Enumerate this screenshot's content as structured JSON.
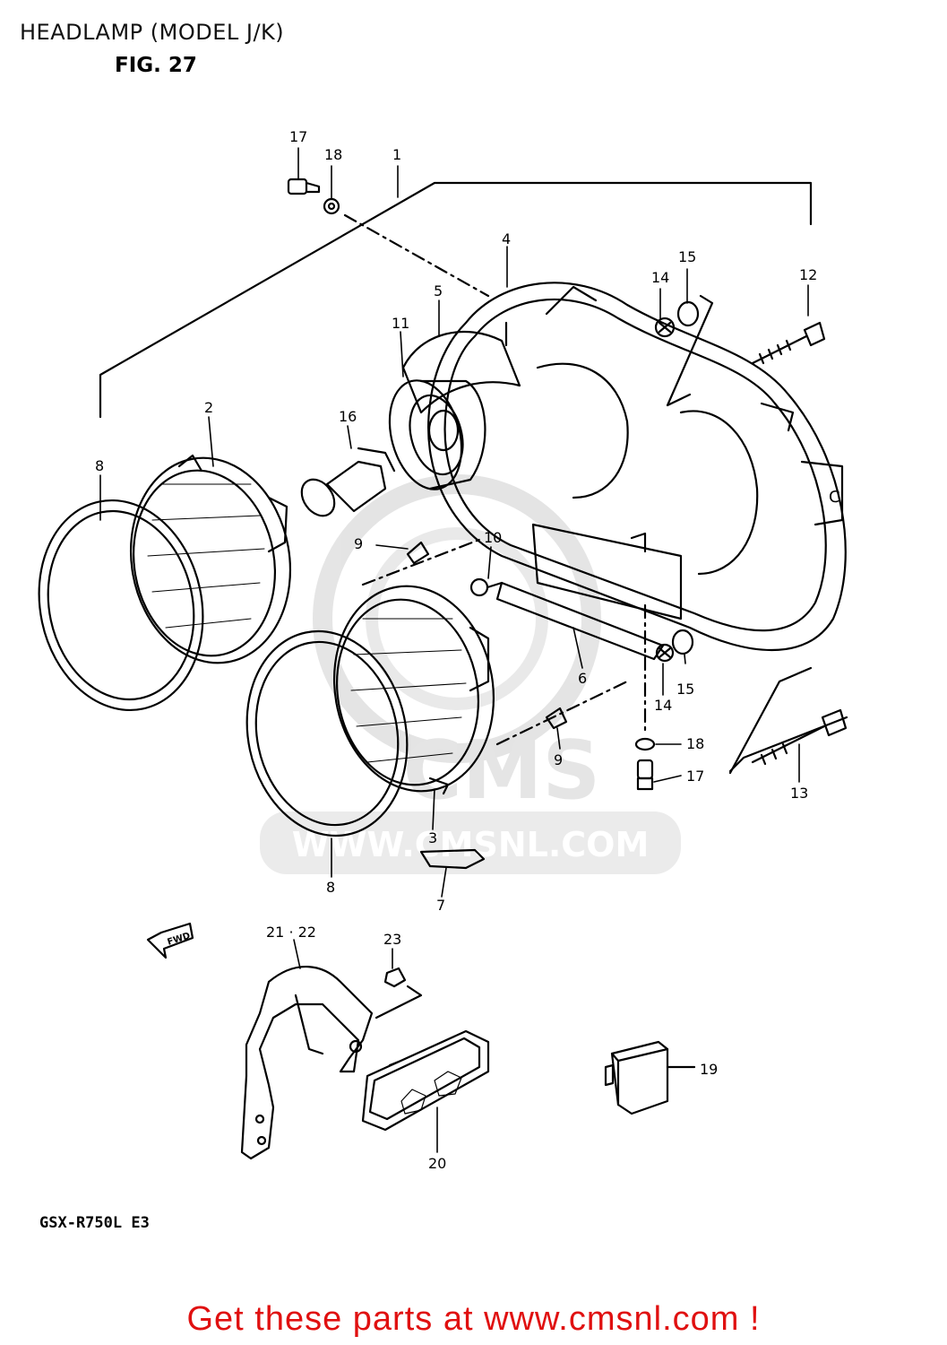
{
  "header": {
    "title": "HEADLAMP (MODEL J/K)",
    "figure": "FIG. 27"
  },
  "watermark": {
    "logo_text": "CMS",
    "url": "WWW.CMSNL.COM"
  },
  "direction_marker": "FWD",
  "callouts": {
    "c17a": "17",
    "c18a": "18",
    "c1": "1",
    "c4": "4",
    "c5": "5",
    "c14a": "14",
    "c15a": "15",
    "c12": "12",
    "c11": "11",
    "c16": "16",
    "c2": "2",
    "c8a": "8",
    "c9a": "9",
    "c10": "10",
    "c6": "6",
    "c14b": "14",
    "c15b": "15",
    "c18b": "18",
    "c17b": "17",
    "c9b": "9",
    "c13": "13",
    "c3": "3",
    "c8b": "8",
    "c7": "7",
    "c21_22": "21 · 22",
    "c23": "23",
    "c19": "19",
    "c20": "20"
  },
  "model_code": "GSX-R750L E3",
  "footer": {
    "cta": "Get these parts at www.cmsnl.com !"
  },
  "colors": {
    "cta": "#e01010",
    "line": "#000000",
    "watermark": "#d6d6d6"
  }
}
